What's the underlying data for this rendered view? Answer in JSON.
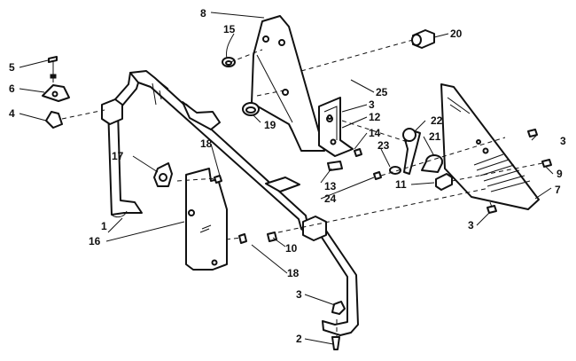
{
  "diagram": {
    "callouts": [
      {
        "id": "c8",
        "label": "8"
      },
      {
        "id": "c15",
        "label": "15"
      },
      {
        "id": "c20",
        "label": "20"
      },
      {
        "id": "c5",
        "label": "5"
      },
      {
        "id": "c6",
        "label": "6"
      },
      {
        "id": "c4",
        "label": "4"
      },
      {
        "id": "c25",
        "label": "25"
      },
      {
        "id": "c19",
        "label": "19"
      },
      {
        "id": "c3a",
        "label": "3"
      },
      {
        "id": "c12",
        "label": "12"
      },
      {
        "id": "c14",
        "label": "14"
      },
      {
        "id": "c22",
        "label": "22"
      },
      {
        "id": "c21",
        "label": "21"
      },
      {
        "id": "c23",
        "label": "23"
      },
      {
        "id": "c3b",
        "label": "3"
      },
      {
        "id": "c17",
        "label": "17"
      },
      {
        "id": "c18a",
        "label": "18"
      },
      {
        "id": "c13",
        "label": "13"
      },
      {
        "id": "c24",
        "label": "24"
      },
      {
        "id": "c11",
        "label": "11"
      },
      {
        "id": "c9",
        "label": "9"
      },
      {
        "id": "c7",
        "label": "7"
      },
      {
        "id": "c1",
        "label": "1"
      },
      {
        "id": "c16",
        "label": "16"
      },
      {
        "id": "c3c",
        "label": "3"
      },
      {
        "id": "c10",
        "label": "10"
      },
      {
        "id": "c18b",
        "label": "18"
      },
      {
        "id": "c3d",
        "label": "3"
      },
      {
        "id": "c2",
        "label": "2"
      }
    ]
  }
}
